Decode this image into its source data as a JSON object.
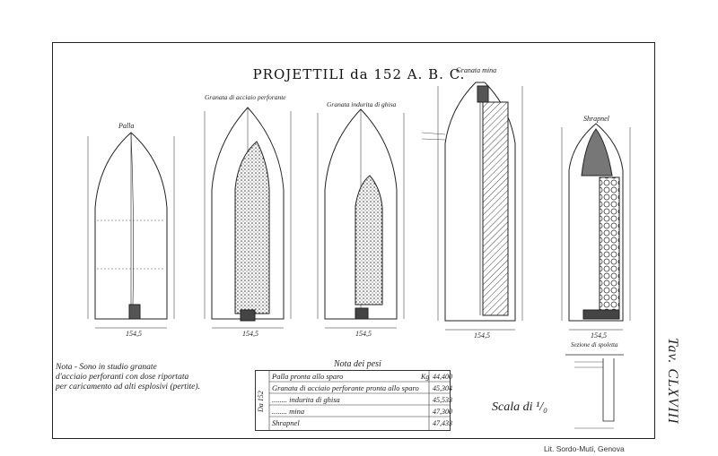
{
  "plate": {
    "title": "PROJETTILI da 152 A. B. C.",
    "plate_number": "Tav. CLXVIII",
    "imprint": "Lit. Sordo-Muti, Genova",
    "scale": "Scala di ¹/₀"
  },
  "projectiles": [
    {
      "label": "Palla",
      "base_dim": "154,5"
    },
    {
      "label": "Granata di acciaio perforante",
      "base_dim": "154,5"
    },
    {
      "label": "Granata indurita di ghisa",
      "base_dim": "154,5"
    },
    {
      "label": "Granata mina",
      "base_dim": "154,5"
    },
    {
      "label": "Shrapnel",
      "base_dim": "154,5"
    }
  ],
  "fuse_detail": {
    "label": "Sezione di spoletta"
  },
  "note": {
    "line1": "Nota - Sono in studio granate",
    "line2": "d'acciaio perforanti con dose riportata",
    "line3": "per caricamento ad alti esplosivi (pertite)."
  },
  "weights": {
    "title": "Nota dei pesi",
    "side_label": "Da 152",
    "rows": [
      {
        "name": "Palla pronta allo sparo",
        "unit": "Kg",
        "value": "44,400"
      },
      {
        "name": "Granata di acciaio perforante pronta allo sparo",
        "unit": "",
        "value": "45,304"
      },
      {
        "name": "........ indurita di ghisa",
        "unit": "",
        "value": "45,533"
      },
      {
        "name": "........ mina",
        "unit": "",
        "value": "47,300"
      },
      {
        "name": "Shrapnel",
        "unit": "",
        "value": "47,433"
      }
    ]
  }
}
